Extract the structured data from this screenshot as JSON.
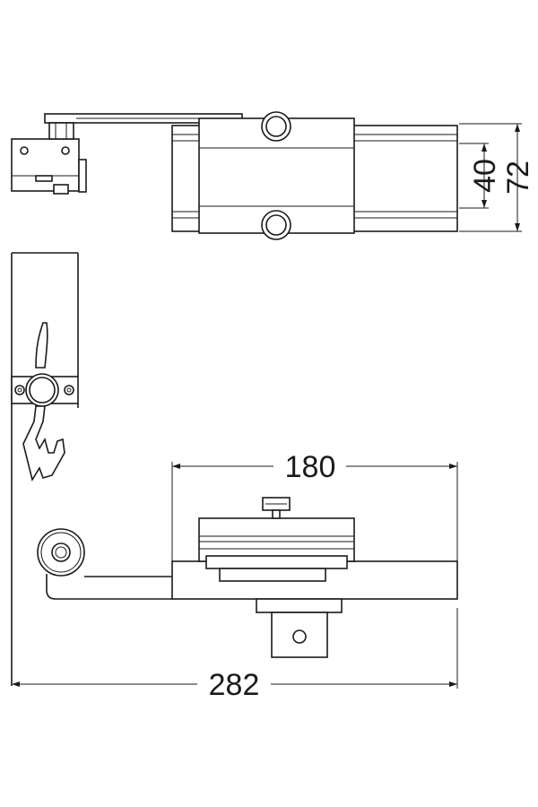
{
  "dimensions": {
    "inner_height": "40",
    "outer_height": "72",
    "mount_width": "180",
    "overall_width": "282"
  }
}
